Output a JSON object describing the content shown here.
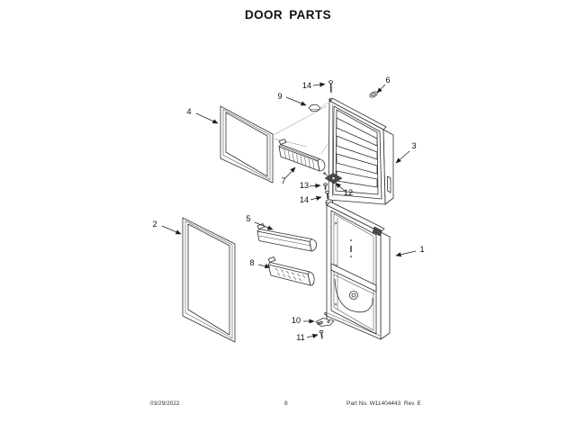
{
  "title": "DOOR PARTS",
  "colors": {
    "ink": "#111111",
    "line": "#2e2e2e",
    "paper": "#ffffff"
  },
  "callouts": {
    "n1": "1",
    "n2": "2",
    "n3": "3",
    "n4": "4",
    "n5": "5",
    "n6": "6",
    "n7": "7",
    "n8": "8",
    "n9": "9",
    "n10": "10",
    "n11": "11",
    "n12": "12",
    "n13": "13",
    "n14_top": "14",
    "n14_mid": "14"
  },
  "footer": {
    "date": "03/29/2022",
    "page": "8",
    "part_info": "Part No. W11404443  Rev. E"
  }
}
